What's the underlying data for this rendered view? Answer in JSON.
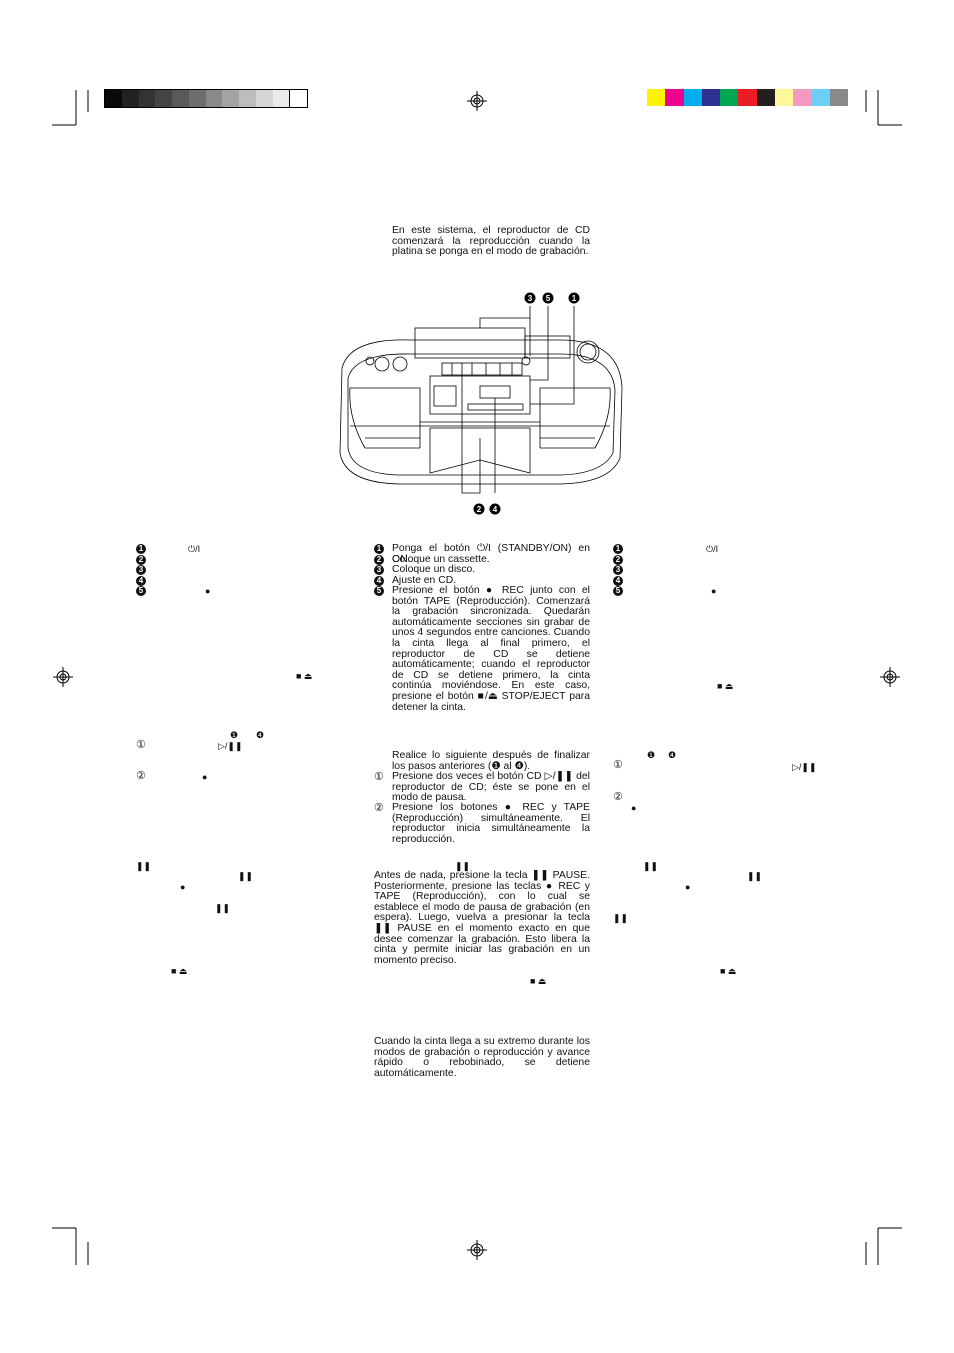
{
  "intro_text": "En este sistema, el reproductor de CD comenzará la reproducción cuando la platina se ponga en el modo de grabación.",
  "diagram": {
    "callouts_top": [
      "3",
      "5",
      "1"
    ],
    "callouts_bottom": [
      "2",
      "4"
    ]
  },
  "steps_center": [
    {
      "num": "1",
      "text": "Ponga el botón ⏻/I (STANDBY/ON) en ON."
    },
    {
      "num": "2",
      "text": "Coloque un cassette."
    },
    {
      "num": "3",
      "text": "Coloque un disco."
    },
    {
      "num": "4",
      "text": "Ajuste en CD."
    },
    {
      "num": "5",
      "text": "Presione el botón ● REC junto con el botón TAPE (Reproducción). Comenzará la grabación sincronizada. Quedarán automáticamente secciones sin grabar de unos 4 segundos entre canciones. Cuando la cinta llega al final primero, el reproductor de CD se detiene automáticamente; cuando el reproductor de CD se detiene primero, la cinta continúa moviéndose. En este caso, presione el botón ■/⏏ STOP/EJECT para detener la cinta."
    }
  ],
  "partial_intro": "Realice lo siguiente después de finalizar los pasos anteriores (❶ al ❹).",
  "partial_steps": [
    {
      "num": "①",
      "text": "Presione dos veces el botón CD ▷/❚❚ del reproductor de CD; éste se pone en el modo de pausa."
    },
    {
      "num": "②",
      "text": "Presione los botones ● REC y TAPE (Reproducción) simultáneamente. El reproductor inicia simultáneamente la reproducción."
    }
  ],
  "pause_heading_symbol": "❚❚",
  "pause_text": "Antes de nada, presione la tecla ❚❚ PAUSE. Posteriormente, presione las teclas ● REC y TAPE (Reproducción), con lo cual se establece el modo de pausa de grabación (en espera). Luego, vuelva a presionar la tecla ❚❚ PAUSE en el momento exacto en que desee comenzar la grabación. Esto libera la cinta y permite iniciar las grabación en un momento preciso.",
  "stop_symbol": "■ ⏏",
  "end_text": "Cuando la cinta llega a su extremo durante los modos de grabación o reproducción y avance rápido o rebobinado, se detiene automáticamente.",
  "left_col": {
    "nums": [
      "1",
      "2",
      "3",
      "4",
      "5"
    ],
    "sym1": "⏻/I",
    "sym5": "●",
    "stop": "■ ⏏",
    "partial": [
      "❶",
      "❹"
    ],
    "circ": [
      "①",
      "②"
    ],
    "play_pause": "▷/❚❚",
    "rec": "●",
    "pause": "❚❚"
  },
  "right_col": {
    "nums": [
      "1",
      "2",
      "3",
      "4",
      "5"
    ],
    "sym1": "⏻/I",
    "sym5": "●",
    "stop": "■ ⏏",
    "partial": [
      "❶",
      "❹"
    ],
    "circ": [
      "①",
      "②"
    ],
    "play_pause": "▷/❚❚",
    "rec": "●",
    "pause": "❚❚"
  },
  "colors": {
    "gray_bar": [
      "#0a0a0a",
      "#222222",
      "#333333",
      "#444444",
      "#595959",
      "#6e6e6e",
      "#8a8a8a",
      "#a3a3a3",
      "#bdbdbd",
      "#d6d6d6",
      "#eaeaea",
      "#ffffff"
    ],
    "color_bar": [
      "#fff200",
      "#ec008c",
      "#00aeef",
      "#2e3192",
      "#00a651",
      "#ed1c24",
      "#231f20",
      "#fff799",
      "#f49ac1",
      "#6dcff6",
      "#8a8a8a"
    ]
  }
}
